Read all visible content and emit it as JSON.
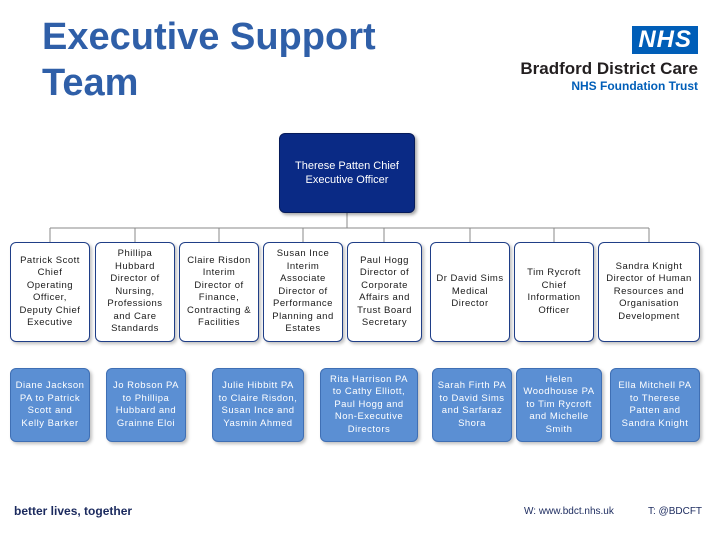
{
  "title": "Executive Support Team",
  "logo": {
    "badge": "NHS",
    "name": "Bradford District Care",
    "sub": "NHS Foundation Trust",
    "badge_color": "#005eb8"
  },
  "ceo": {
    "name": "Therese Patten",
    "role": "Chief Executive Officer"
  },
  "directors": [
    {
      "text": "Patrick Scott Chief Operating Officer, Deputy Chief Executive"
    },
    {
      "text": "Phillipa Hubbard Director of Nursing, Professions and Care Standards"
    },
    {
      "text": "Claire Risdon Interim Director of Finance, Contracting & Facilities"
    },
    {
      "text": "Susan Ince Interim Associate Director of Performance Planning and Estates"
    },
    {
      "text": "Paul Hogg Director of Corporate Affairs and Trust Board Secretary"
    },
    {
      "text": "Dr David Sims Medical Director"
    },
    {
      "text": "Tim Rycroft Chief Information Officer"
    },
    {
      "text": "Sandra Knight Director of Human Resources and Organisation Development"
    }
  ],
  "assistants": [
    {
      "text": "Diane Jackson PA to Patrick Scott and Kelly Barker"
    },
    {
      "text": "Jo Robson PA to Phillipa Hubbard and Grainne Eloi"
    },
    {
      "text": "Julie Hibbitt PA to Claire Risdon, Susan Ince and Yasmin Ahmed"
    },
    {
      "text": "Rita Harrison PA to Cathy Elliott, Paul Hogg and Non-Executive Directors"
    },
    {
      "text": "Sarah Firth PA to David Sims and Sarfaraz Shora"
    },
    {
      "text": "Helen Woodhouse PA to Tim Rycroft and Michelle Smith"
    },
    {
      "text": "Ella Mitchell PA to Therese Patten and Sandra Knight"
    }
  ],
  "footer": {
    "tagline": "better lives, together",
    "web": "W: www.bdct.nhs.uk",
    "twitter": "T: @BDCFT"
  },
  "colors": {
    "title": "#2f5fa8",
    "ceo_box": "#0a2a85",
    "pa_box": "#5b8fd3",
    "connector": "#8a8a8a"
  }
}
